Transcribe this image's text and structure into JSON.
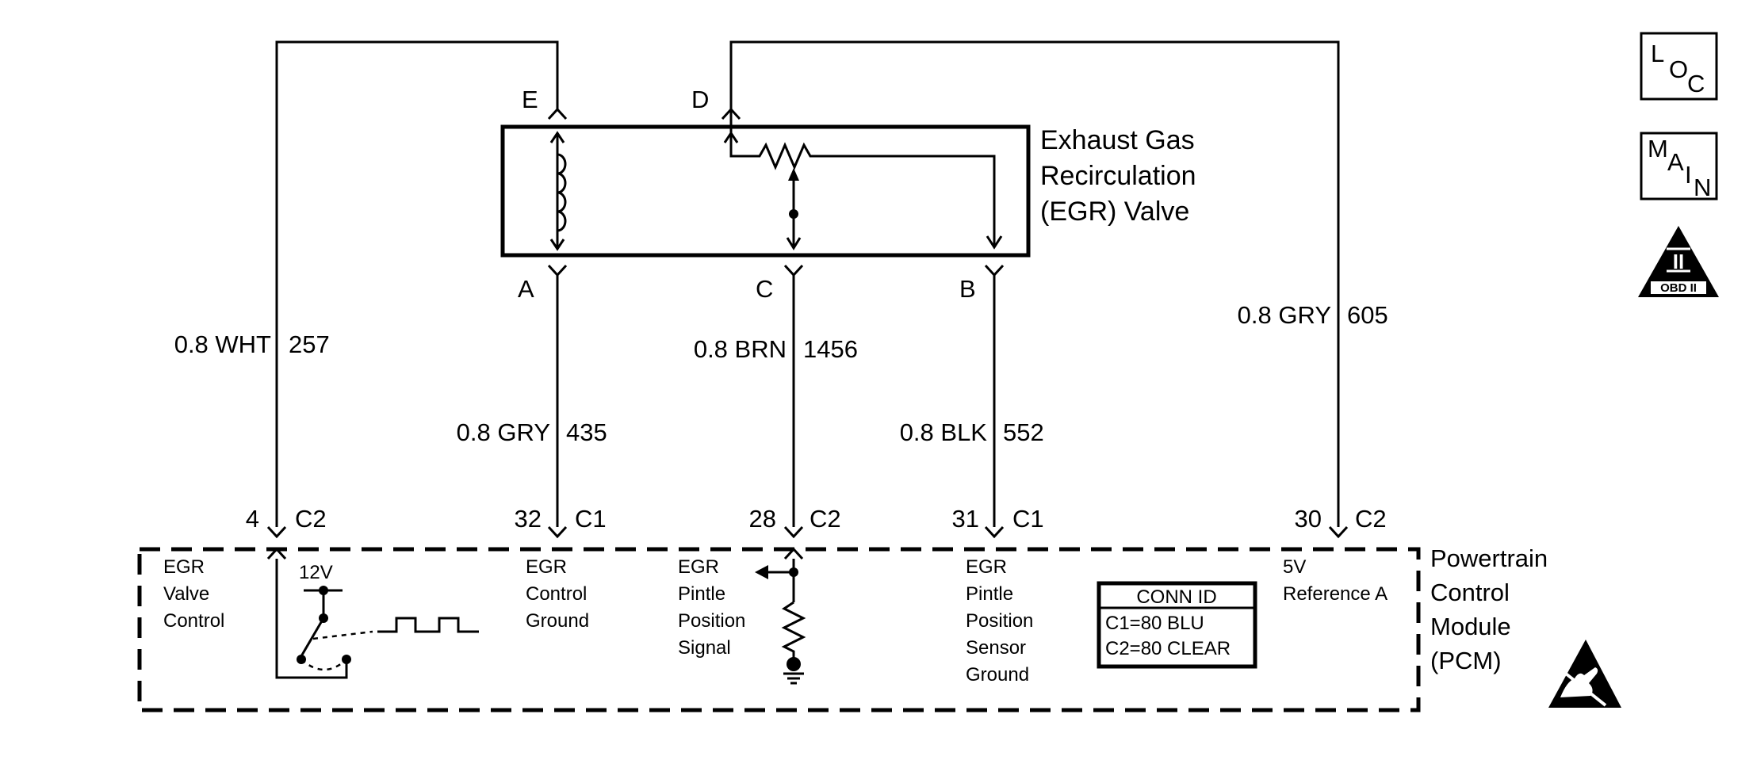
{
  "component": {
    "title_lines": [
      "Exhaust Gas",
      "Recirculation",
      "(EGR) Valve"
    ],
    "pins": {
      "E": "E",
      "D": "D",
      "A": "A",
      "C": "C",
      "B": "B"
    }
  },
  "wires": [
    {
      "gauge_color": "0.8 WHT",
      "circuit": "257"
    },
    {
      "gauge_color": "0.8 GRY",
      "circuit": "435"
    },
    {
      "gauge_color": "0.8 BRN",
      "circuit": "1456"
    },
    {
      "gauge_color": "0.8 BLK",
      "circuit": "552"
    },
    {
      "gauge_color": "0.8 GRY",
      "circuit": "605"
    }
  ],
  "pcm_terminals": [
    {
      "pin": "4",
      "connector": "C2",
      "function_lines": [
        "EGR",
        "Valve",
        "Control"
      ]
    },
    {
      "pin": "32",
      "connector": "C1",
      "function_lines": [
        "EGR",
        "Control",
        "Ground"
      ]
    },
    {
      "pin": "28",
      "connector": "C2",
      "function_lines": [
        "EGR",
        "Pintle",
        "Position",
        "Signal"
      ]
    },
    {
      "pin": "31",
      "connector": "C1",
      "function_lines": [
        "EGR",
        "Pintle",
        "Position",
        "Sensor",
        "Ground"
      ]
    },
    {
      "pin": "30",
      "connector": "C2",
      "function_lines": [
        "5V",
        "Reference A"
      ]
    }
  ],
  "pcm": {
    "title_lines": [
      "Powertrain",
      "Control",
      "Module",
      "(PCM)"
    ],
    "voltage_label": "12V"
  },
  "conn_id": {
    "header": "CONN ID",
    "rows": [
      "C1=80 BLU",
      "C2=80 CLEAR"
    ]
  },
  "icons": {
    "loc": [
      "L",
      "O",
      "C"
    ],
    "main": [
      "M",
      "A",
      "I",
      "N"
    ],
    "obd": {
      "numeral": "II",
      "label": "OBD II"
    },
    "esd": "esd-warning"
  }
}
